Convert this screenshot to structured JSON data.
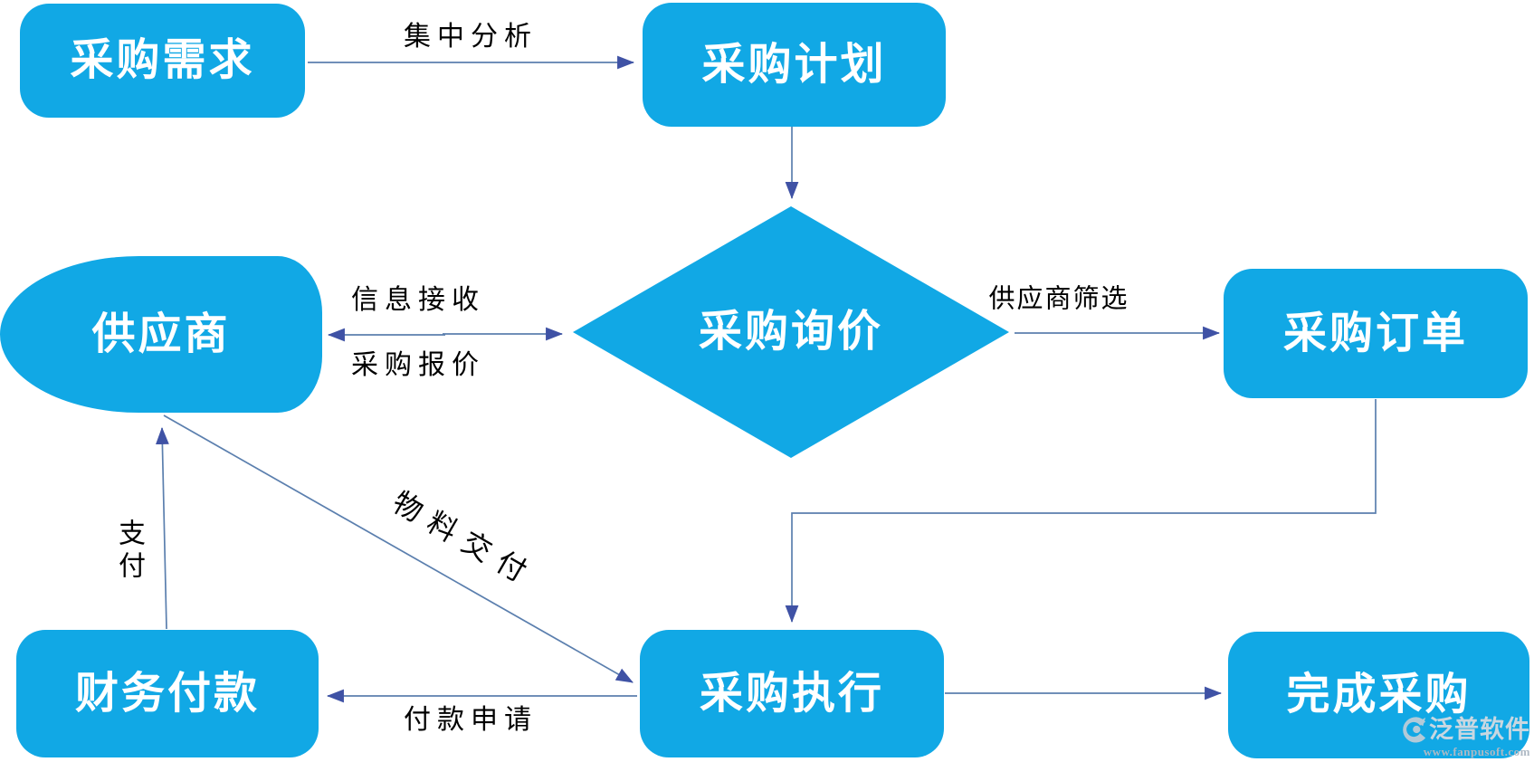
{
  "diagram": {
    "nodes": {
      "demand": {
        "label": "采购需求",
        "shape": "rounded-rect"
      },
      "plan": {
        "label": "采购计划",
        "shape": "rounded-rect"
      },
      "inquiry": {
        "label": "采购询价",
        "shape": "diamond"
      },
      "supplier": {
        "label": "供应商",
        "shape": "ellipse"
      },
      "order": {
        "label": "采购订单",
        "shape": "rounded-rect"
      },
      "finance": {
        "label": "财务付款",
        "shape": "rounded-rect"
      },
      "execute": {
        "label": "采购执行",
        "shape": "rounded-rect"
      },
      "complete": {
        "label": "完成采购",
        "shape": "rounded-rect"
      }
    },
    "edge_labels": {
      "analyze": "集中分析",
      "info_receive": "信息接收",
      "quote": "采购报价",
      "supplier_screen": "供应商筛选",
      "material_delivery": "物料交付",
      "pay": "支付",
      "payment_request": "付款申请"
    },
    "edges": [
      {
        "from": "采购需求",
        "to": "采购计划",
        "label": "集中分析",
        "direction": "one-way"
      },
      {
        "from": "采购计划",
        "to": "采购询价",
        "label": "",
        "direction": "one-way"
      },
      {
        "from": "采购询价",
        "to": "供应商",
        "label": "信息接收 / 采购报价",
        "direction": "two-way"
      },
      {
        "from": "采购询价",
        "to": "采购订单",
        "label": "供应商筛选",
        "direction": "one-way"
      },
      {
        "from": "采购订单",
        "to": "采购执行",
        "label": "",
        "direction": "one-way"
      },
      {
        "from": "供应商",
        "to": "采购执行",
        "label": "物料交付",
        "direction": "one-way"
      },
      {
        "from": "财务付款",
        "to": "供应商",
        "label": "支付",
        "direction": "one-way"
      },
      {
        "from": "采购执行",
        "to": "财务付款",
        "label": "付款申请",
        "direction": "one-way"
      },
      {
        "from": "采购执行",
        "to": "完成采购",
        "label": "",
        "direction": "one-way"
      }
    ],
    "colors": {
      "node_fill": "#11A8E5",
      "node_text": "#FFFFFF",
      "connector_line": "#5B7FAE",
      "arrowhead": "#3F52A5",
      "edge_label_text": "#000000"
    },
    "watermark": {
      "brand": "泛普软件",
      "site": "www.fanpusoft.com"
    }
  }
}
